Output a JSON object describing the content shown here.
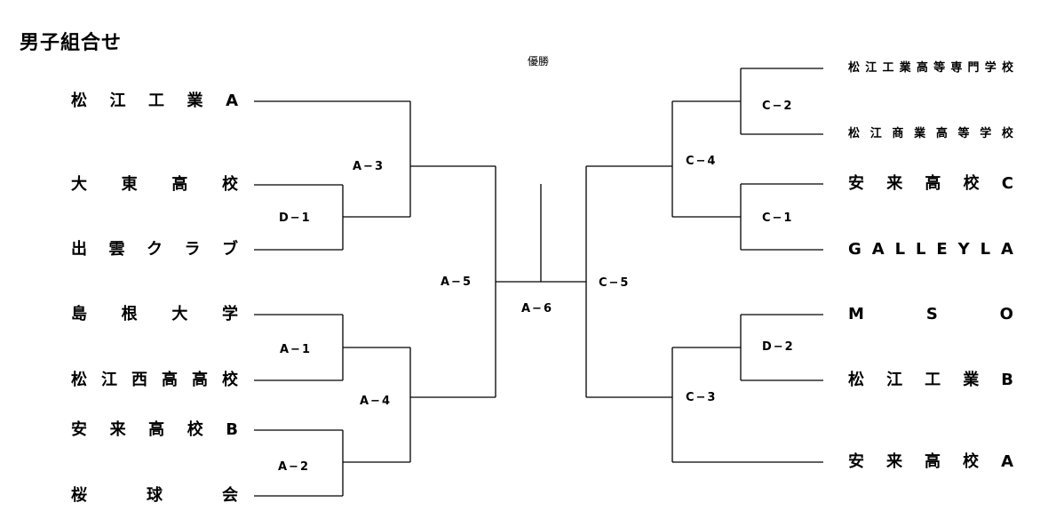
{
  "title": "男子組合せ",
  "champion_label": "優勝",
  "teams_left": [
    "松江工業A",
    "大東高校",
    "出雲クラブ",
    "島根大学",
    "松江西高高校",
    "安来高校B",
    "桜球会"
  ],
  "teams_right": [
    "松江工業高等専門学校",
    "松江商業高等学校",
    "安来高校C",
    "GALLEYLA",
    "MSO",
    "松江工業B",
    "安来高校A"
  ],
  "matches": {
    "A1": "A−1",
    "A2": "A−2",
    "A3": "A−3",
    "A4": "A−4",
    "A5": "A−5",
    "A6": "A−6",
    "C1": "C−1",
    "C2": "C−2",
    "C3": "C−3",
    "C4": "C−4",
    "C5": "C−5",
    "D1": "D−1",
    "D2": "D−2"
  }
}
